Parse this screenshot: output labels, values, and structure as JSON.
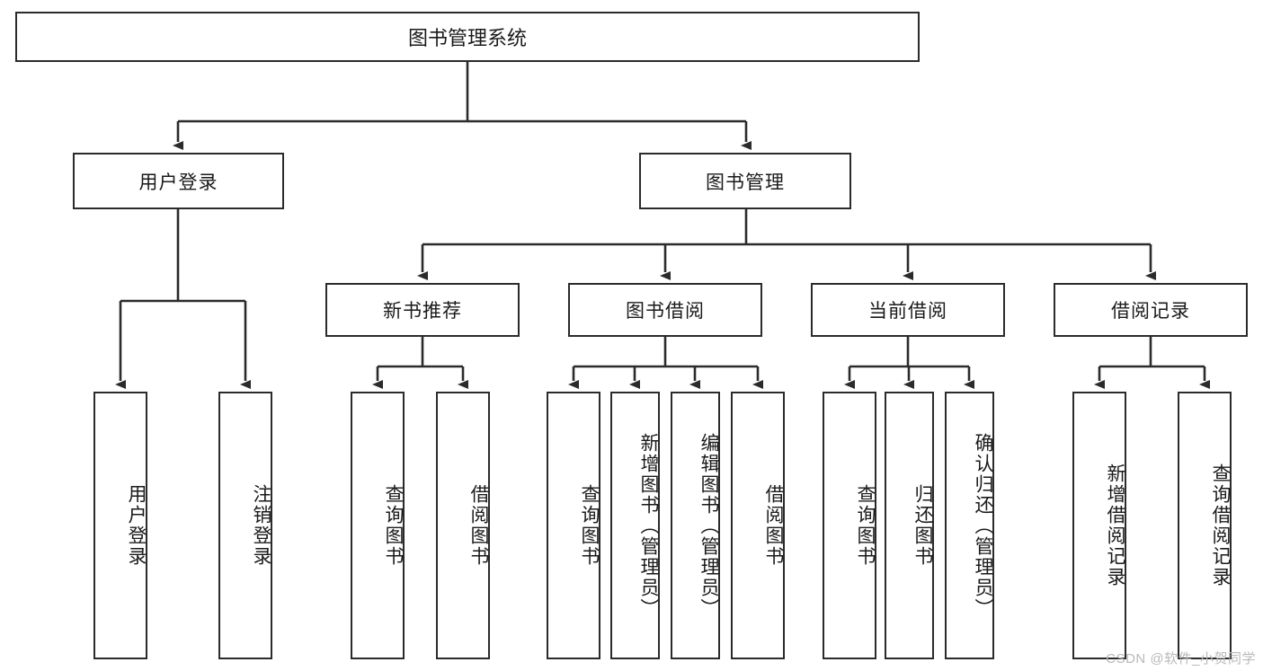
{
  "diagram": {
    "type": "hierarchy-tree",
    "title": "图书管理系统",
    "watermark": "CSDN @软件_小贺同学",
    "colors": {
      "stroke": "#2b2b2b",
      "fill": "#ffffff",
      "text": "#1a1a1a",
      "watermark": "#b9b9b9"
    },
    "levels": {
      "root": {
        "label": "图书管理系统"
      },
      "modules": [
        {
          "label": "用户登录"
        },
        {
          "label": "图书管理"
        }
      ],
      "submodules": [
        {
          "label": "新书推荐"
        },
        {
          "label": "图书借阅"
        },
        {
          "label": "当前借阅"
        },
        {
          "label": "借阅记录"
        }
      ],
      "leaves": {
        "user_login": [
          {
            "label": "用户登录"
          },
          {
            "label": "注销登录"
          }
        ],
        "new_book_recommend": [
          {
            "label": "查询图书"
          },
          {
            "label": "借阅图书"
          }
        ],
        "book_borrow": [
          {
            "label": "查询图书"
          },
          {
            "label": "新增图书（管理员）"
          },
          {
            "label": "编辑图书（管理员）"
          },
          {
            "label": "借阅图书"
          }
        ],
        "current_borrow": [
          {
            "label": "查询图书"
          },
          {
            "label": "归还图书"
          },
          {
            "label": "确认归还（管理员）"
          }
        ],
        "borrow_record": [
          {
            "label": "新增借阅记录"
          },
          {
            "label": "查询借阅记录"
          }
        ]
      }
    }
  }
}
